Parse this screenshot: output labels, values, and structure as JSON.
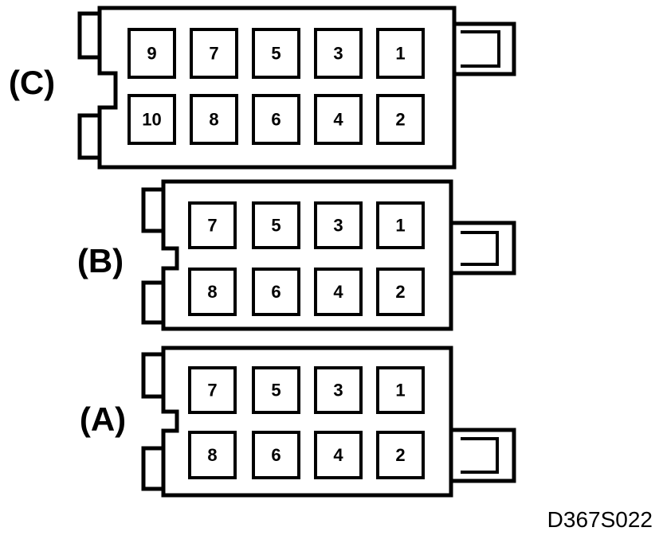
{
  "connectors": [
    {
      "label": "(C)",
      "pins": [
        [
          "9",
          "7",
          "5",
          "3",
          "1"
        ],
        [
          "10",
          "8",
          "6",
          "4",
          "2"
        ]
      ]
    },
    {
      "label": "(B)",
      "pins": [
        [
          "7",
          "5",
          "3",
          "1"
        ],
        [
          "8",
          "6",
          "4",
          "2"
        ]
      ]
    },
    {
      "label": "(A)",
      "pins": [
        [
          "7",
          "5",
          "3",
          "1"
        ],
        [
          "8",
          "6",
          "4",
          "2"
        ]
      ]
    }
  ],
  "figure_id": "D367S022"
}
